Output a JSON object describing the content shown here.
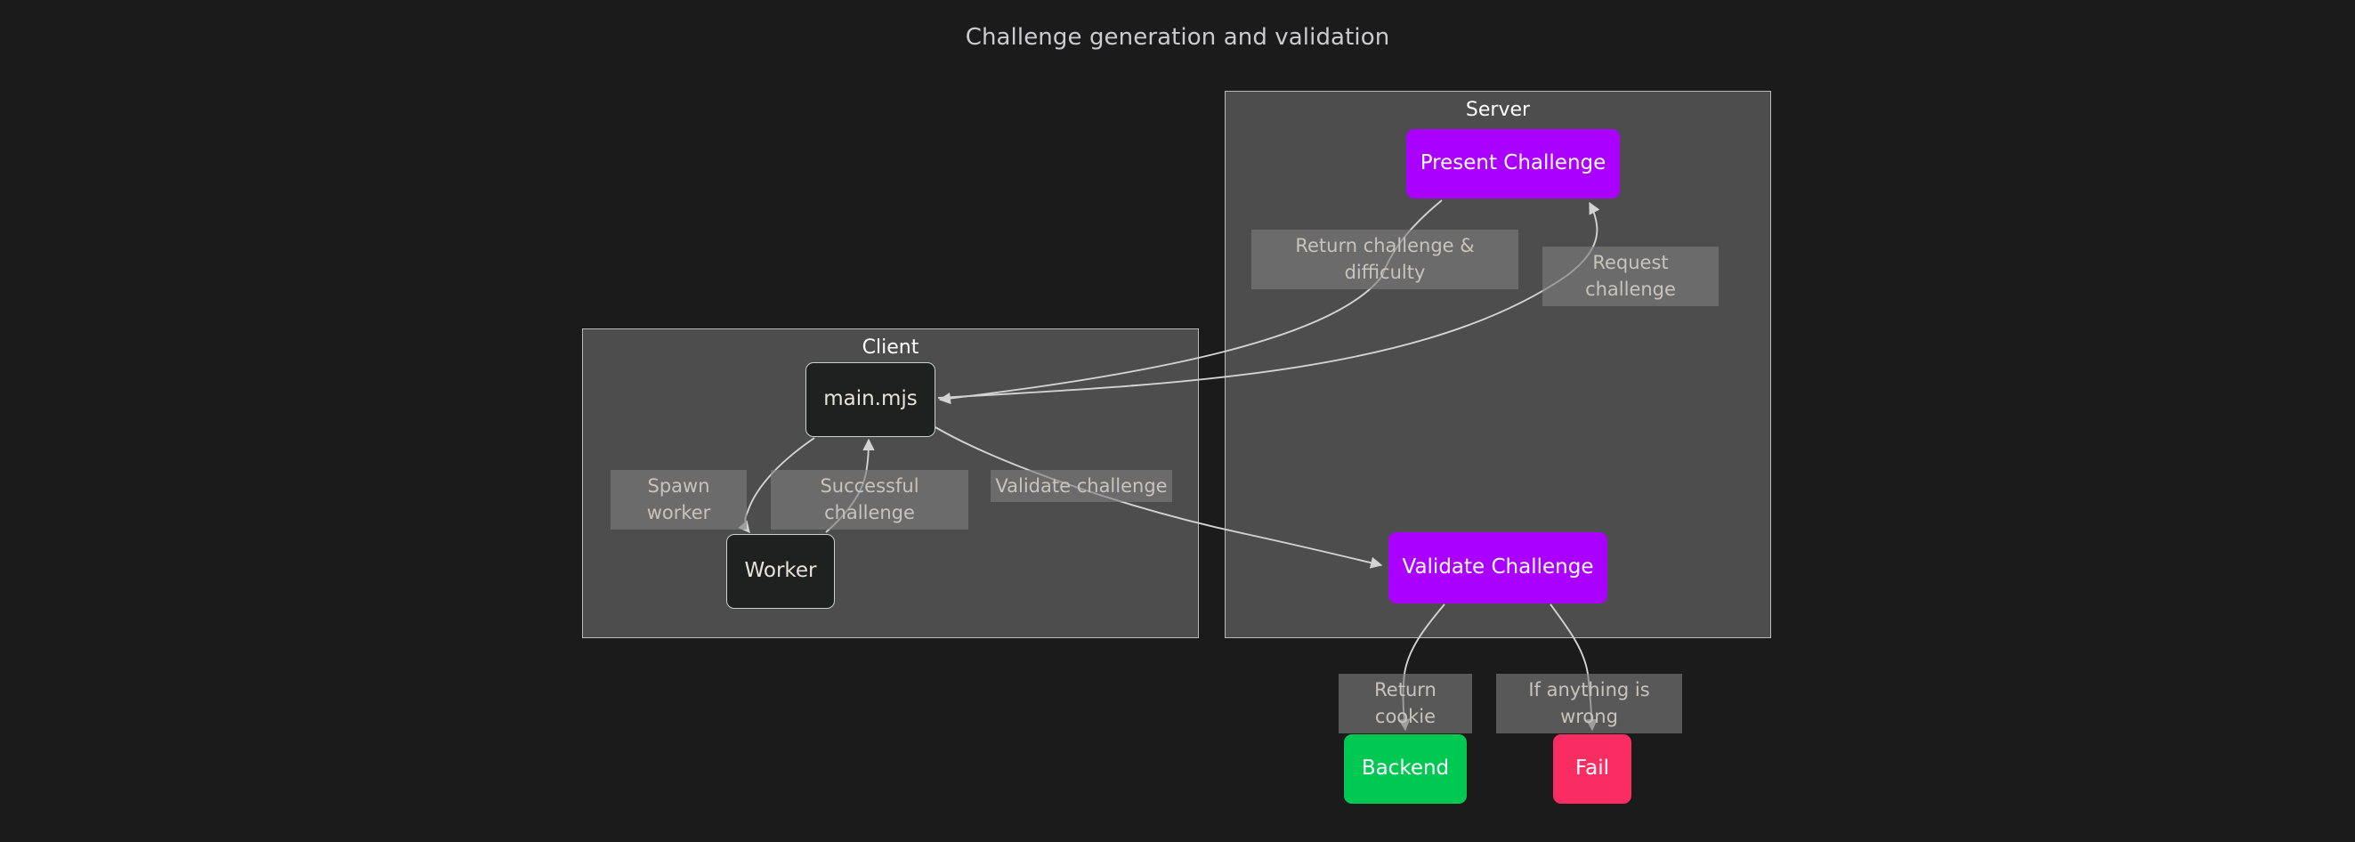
{
  "diagram": {
    "title": "Challenge generation and validation",
    "type": "flowchart",
    "background": "#1b1b1b",
    "clusters": [
      {
        "id": "client",
        "label": "Client"
      },
      {
        "id": "server",
        "label": "Server"
      }
    ],
    "nodes": [
      {
        "id": "main-mjs",
        "label": "main.mjs",
        "cluster": "client",
        "fill": "#1f2020",
        "stroke": "#cfcfcf",
        "text": "#e8e3dc"
      },
      {
        "id": "worker",
        "label": "Worker",
        "cluster": "client",
        "fill": "#1f2020",
        "stroke": "#cfcfcf",
        "text": "#e8e3dc"
      },
      {
        "id": "present",
        "label": "Present Challenge",
        "cluster": "server",
        "fill": "#aa00ff",
        "stroke": "none",
        "text": "#ffffff"
      },
      {
        "id": "validate",
        "label": "Validate Challenge",
        "cluster": "server",
        "fill": "#aa00ff",
        "stroke": "none",
        "text": "#ffffff"
      },
      {
        "id": "backend",
        "label": "Backend",
        "cluster": null,
        "fill": "#00c853",
        "stroke": "none",
        "text": "#ffffff"
      },
      {
        "id": "fail",
        "label": "Fail",
        "cluster": null,
        "fill": "#fa2d63",
        "stroke": "none",
        "text": "#ffffff"
      }
    ],
    "edges": [
      {
        "id": "e1",
        "from": "main-mjs",
        "to": "present",
        "label": "Request challenge"
      },
      {
        "id": "e2",
        "from": "present",
        "to": "main-mjs",
        "label": "Return challenge &\ndifficulty"
      },
      {
        "id": "e3",
        "from": "main-mjs",
        "to": "worker",
        "label": "Spawn worker"
      },
      {
        "id": "e4",
        "from": "worker",
        "to": "main-mjs",
        "label": "Successful challenge"
      },
      {
        "id": "e5",
        "from": "main-mjs",
        "to": "validate",
        "label": "Validate challenge"
      },
      {
        "id": "e6",
        "from": "validate",
        "to": "backend",
        "label": "Return cookie"
      },
      {
        "id": "e7",
        "from": "validate",
        "to": "fail",
        "label": "If anything is wrong"
      }
    ]
  }
}
